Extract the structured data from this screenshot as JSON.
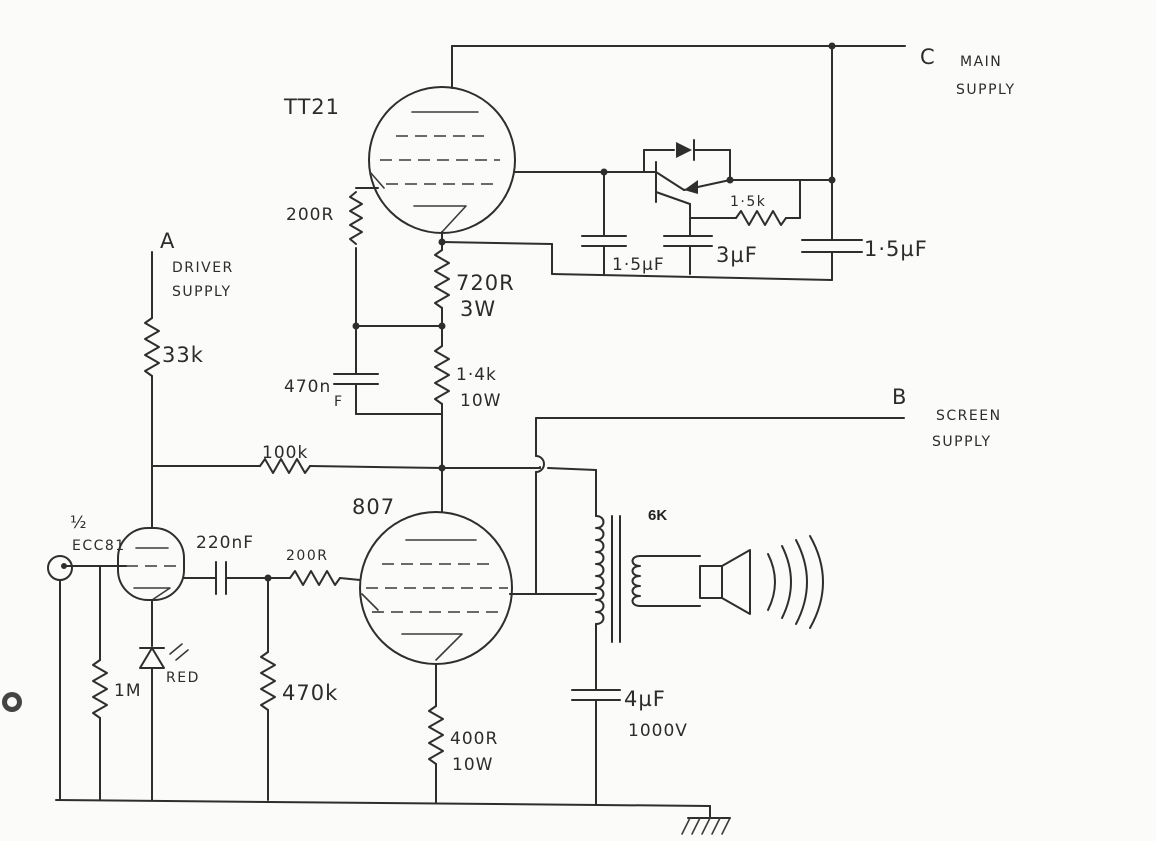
{
  "labels": {
    "tt21": "TT21",
    "c": "C",
    "main_l1": "MAIN",
    "main_l2": "SUPPLY",
    "a": "A",
    "driver_l1": "DRIVER",
    "driver_l2": "SUPPLY",
    "r_200r_top": "200R",
    "r_720r_l1": "720R",
    "r_720r_l2": "3W",
    "r_1k5": "1·5k",
    "c_1p5uf_a": "1·5µF",
    "c_3uf": "3µF",
    "c_1p5uf_b": "1·5µF",
    "r_33k": "33k",
    "c_470nf_l1": "470n",
    "c_470nf_l2": "F",
    "r_1k4_l1": "1·4k",
    "r_1k4_l2": "10W",
    "b": "B",
    "screen_l1": "SCREEN",
    "screen_l2": "SUPPLY",
    "r_100k": "100k",
    "v807": "807",
    "tx_6k": "6K",
    "ecc81_l1": "½",
    "ecc81_l2": "ECC81",
    "c_220nf": "220nF",
    "r_200r_grid": "200R",
    "r_1m": "1M",
    "led_red": "RED",
    "r_470k": "470k",
    "c_4uf_l1": "4µF",
    "c_4uf_l2": "1000V",
    "r_400r_l1": "400R",
    "r_400r_l2": "10W"
  }
}
